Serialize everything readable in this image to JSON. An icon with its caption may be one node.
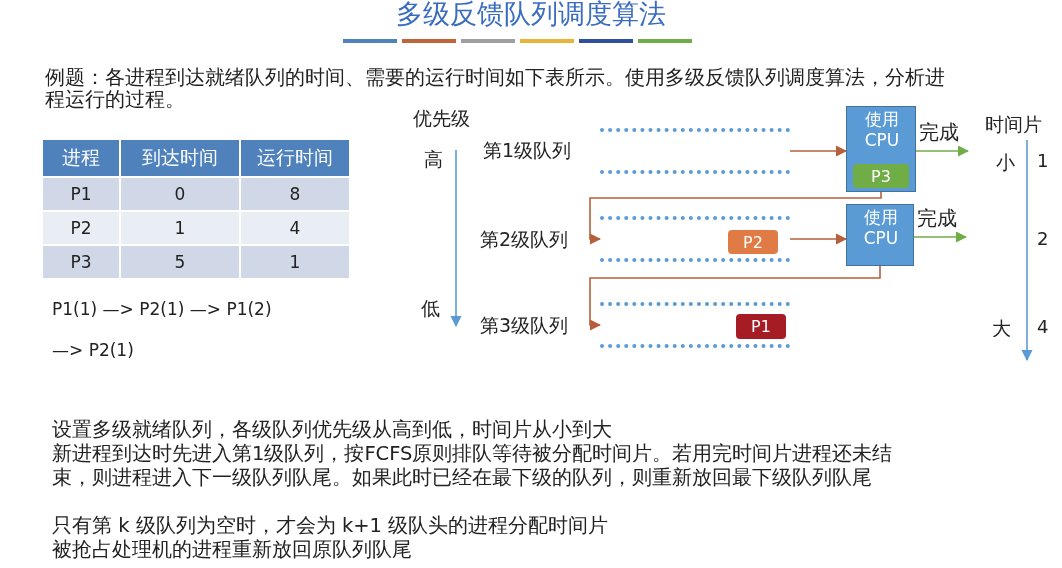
{
  "diagram": {
    "title": "多级反馈队列调度算法",
    "nodes": [
      {
        "text": [],
        "shape": "band",
        "beside": [
          "第1级队列"
        ]
      },
      {
        "text": [
          "使用CPU"
        ]
      },
      {
        "text": [
          "P3"
        ],
        "in": 1
      },
      {
        "text": [],
        "shape": "band",
        "beside": [
          "第2级队列"
        ]
      },
      {
        "text": [
          "P2"
        ],
        "in": 3
      },
      {
        "text": [
          "使用CPU"
        ]
      },
      {
        "text": [],
        "shape": "band",
        "beside": [
          "第3级队列"
        ]
      },
      {
        "text": [
          "P1"
        ],
        "in": 6
      }
    ],
    "edges": [
      {
        "from": 0,
        "to": 1,
        "arrow": "to"
      },
      {
        "from": 1,
        "to": null,
        "arrow": "to",
        "label": "完成",
        "color": "#70ad47"
      },
      {
        "from": 1,
        "to": 3,
        "arrow": "to"
      },
      {
        "from": 3,
        "to": 5,
        "arrow": "to"
      },
      {
        "from": 5,
        "to": null,
        "arrow": "to",
        "label": "完成",
        "color": "#70ad47"
      },
      {
        "from": 5,
        "to": 6,
        "arrow": "to"
      }
    ],
    "labels": [
      "例题：各进程到达就绪队列的时间、需要的运行时间如下表所示。使用多级反馈队列调度算法，分析进程运行的过程。",
      "优先级",
      "高",
      "低",
      "时间片",
      "小",
      "1",
      "2",
      "大",
      "4",
      "进程",
      "到达时间",
      "运行时间",
      "P1",
      "0",
      "8",
      "P2",
      "1",
      "4",
      "P3",
      "5",
      "1",
      "P1(1) —> P2(1) —> P1(2)",
      "—> P2(1)",
      "设置多级就绪队列，各级队列优先级从高到低，时间片从小到大",
      "新进程到达时先进入第1级队列，按FCFS原则排队等待被分配时间片。若用完时间片进程还未结束，则进程进入下一级队列队尾。如果此时已经在最下级的队列，则重新放回最下级队列队尾",
      "只有第 k 级队列为空时，才会为 k+1 级队头的进程分配时间片",
      "被抢占处理机的进程重新放回原队列队尾"
    ]
  }
}
